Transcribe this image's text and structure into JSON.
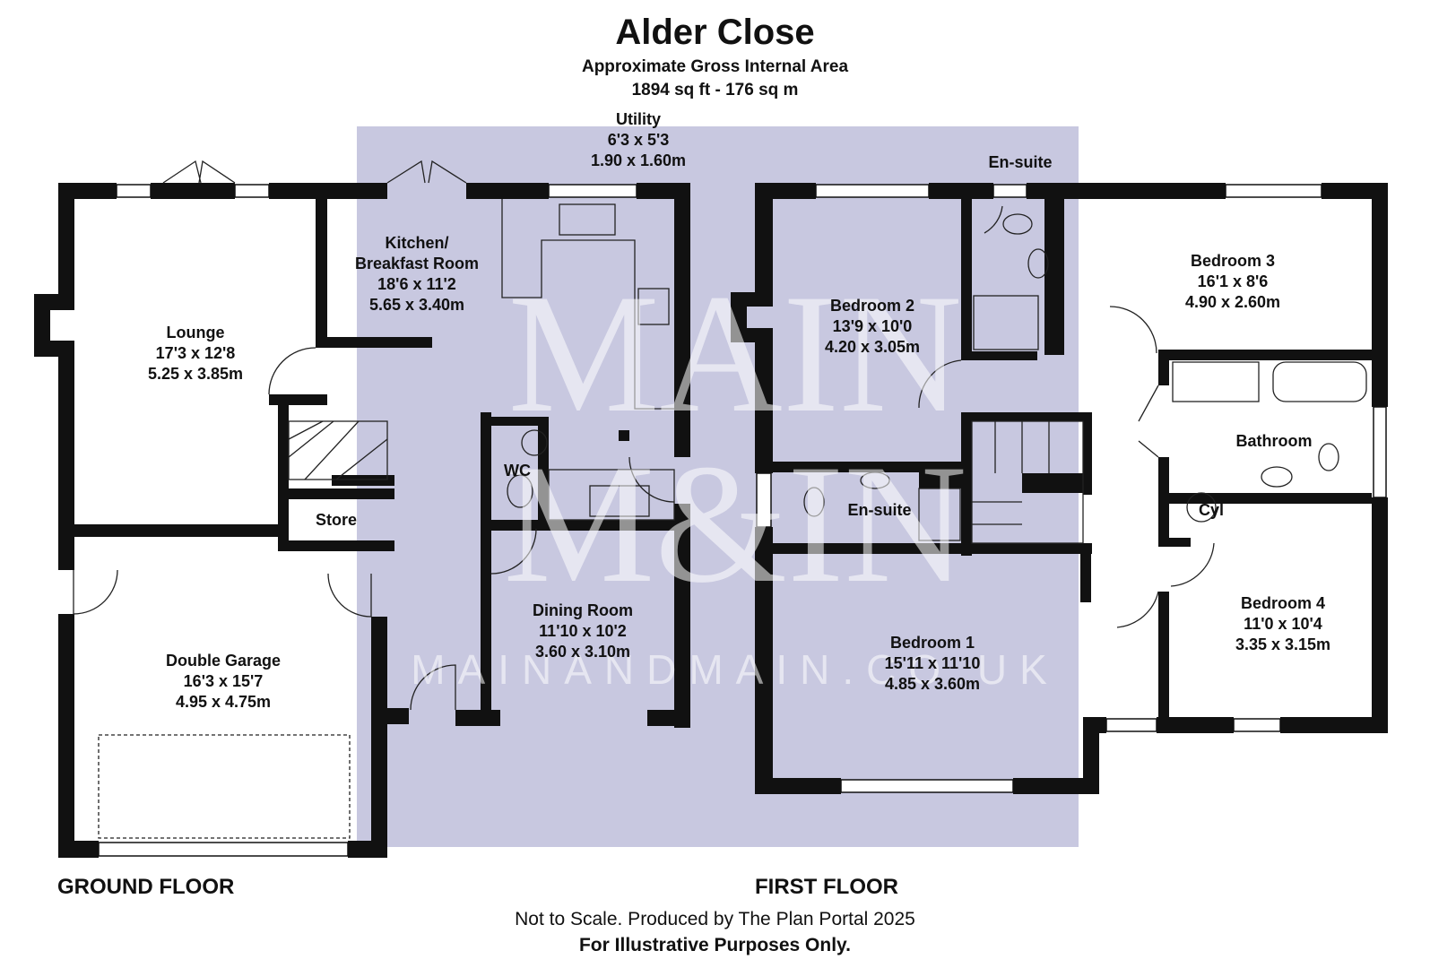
{
  "header": {
    "title": "Alder Close",
    "subtitle": "Approximate Gross Internal Area",
    "area": "1894 sq ft - 176 sq m"
  },
  "floors": {
    "ground": "GROUND FLOOR",
    "first": "FIRST FLOOR"
  },
  "rooms": {
    "utility": {
      "name": "Utility",
      "imperial": "6'3 x 5'3",
      "metric": "1.90 x 1.60m"
    },
    "kitchen": {
      "name1": "Kitchen/",
      "name2": "Breakfast Room",
      "imperial": "18'6 x 11'2",
      "metric": "5.65 x 3.40m"
    },
    "lounge": {
      "name": "Lounge",
      "imperial": "17'3 x 12'8",
      "metric": "5.25 x 3.85m"
    },
    "wc": {
      "name": "WC"
    },
    "store": {
      "name": "Store"
    },
    "dining": {
      "name": "Dining Room",
      "imperial": "11'10 x 10'2",
      "metric": "3.60 x 3.10m"
    },
    "garage": {
      "name": "Double Garage",
      "imperial": "16'3 x 15'7",
      "metric": "4.95 x 4.75m"
    },
    "ensuite_top": {
      "name": "En-suite"
    },
    "bedroom2": {
      "name": "Bedroom 2",
      "imperial": "13'9 x 10'0",
      "metric": "4.20 x 3.05m"
    },
    "bedroom3": {
      "name": "Bedroom 3",
      "imperial": "16'1 x 8'6",
      "metric": "4.90 x 2.60m"
    },
    "bathroom": {
      "name": "Bathroom"
    },
    "cyl": {
      "name": "Cyl"
    },
    "ensuite_mid": {
      "name": "En-suite"
    },
    "bedroom1": {
      "name": "Bedroom 1",
      "imperial": "15'11 x 11'10",
      "metric": "4.85 x 3.60m"
    },
    "bedroom4": {
      "name": "Bedroom 4",
      "imperial": "11'0 x 10'4",
      "metric": "3.35 x 3.15m"
    }
  },
  "watermark": {
    "line1": "MAIN",
    "line2": "M&IN",
    "line3": "MAINANDMAIN.CO.UK"
  },
  "footer": {
    "line1": "Not to Scale. Produced by The Plan Portal 2025",
    "line2": "For Illustrative Purposes Only."
  },
  "colors": {
    "wall": "#111111",
    "watermark_band": "#c8c8e0",
    "background": "#ffffff"
  }
}
